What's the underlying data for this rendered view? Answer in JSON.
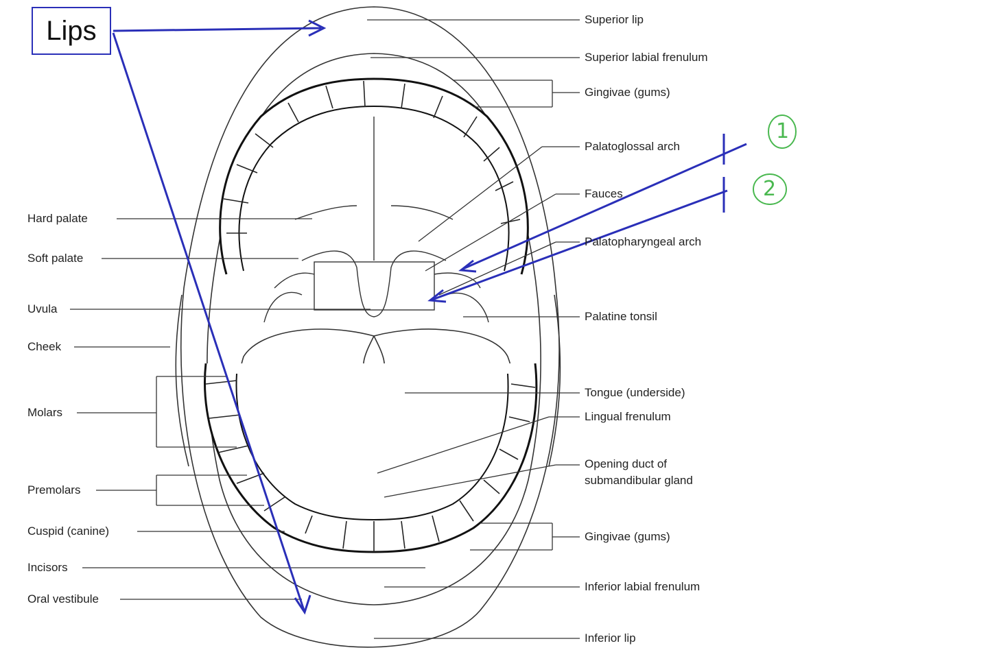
{
  "annotation": {
    "box_label": "Lips",
    "marker_1": "1",
    "marker_2": "2"
  },
  "labels": {
    "superior_lip": "Superior lip",
    "superior_labial_frenulum": "Superior labial frenulum",
    "gingivae_upper": "Gingivae (gums)",
    "palatoglossal_arch": "Palatoglossal arch",
    "fauces": "Fauces",
    "palatopharyngeal_arch": "Palatopharyngeal arch",
    "palatine_tonsil": "Palatine tonsil",
    "tongue_underside": "Tongue (underside)",
    "lingual_frenulum": "Lingual frenulum",
    "opening_duct": "Opening duct of submandibular gland",
    "gingivae_lower": "Gingivae (gums)",
    "inferior_labial_frenulum": "Inferior labial frenulum",
    "inferior_lip": "Inferior lip",
    "hard_palate": "Hard palate",
    "soft_palate": "Soft palate",
    "uvula": "Uvula",
    "cheek": "Cheek",
    "molars": "Molars",
    "premolars": "Premolars",
    "cuspid": "Cuspid (canine)",
    "incisors": "Incisors",
    "oral_vestibule": "Oral vestibule"
  },
  "colors": {
    "annotation_blue": "#2a2fb8",
    "marker_green": "#49b84f",
    "line_gray": "#333333"
  }
}
